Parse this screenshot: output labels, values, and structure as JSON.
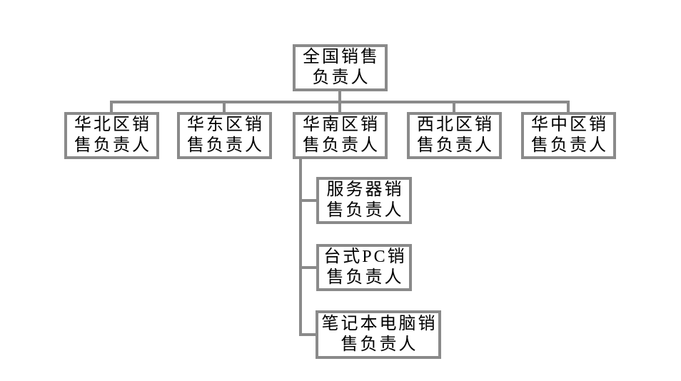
{
  "org_chart": {
    "type": "org-chart",
    "colors": {
      "background": "#ffffff",
      "box_border": "#8a8a8a",
      "box_fill": "#ffffff",
      "connector": "#8a8a8a",
      "text": "#000000"
    },
    "root": {
      "label": "全国销售负责人",
      "lines": [
        "全国销售",
        "负责人"
      ],
      "children": [
        {
          "label": "华北区销售负责人",
          "lines": [
            "华北区销",
            "售负责人"
          ],
          "children": []
        },
        {
          "label": "华东区销售负责人",
          "lines": [
            "华东区销",
            "售负责人"
          ],
          "children": []
        },
        {
          "label": "华南区销售负责人",
          "lines": [
            "华南区销",
            "售负责人"
          ],
          "children": [
            {
              "label": "服务器销售负责人",
              "lines": [
                "服务器销",
                "售负责人"
              ]
            },
            {
              "label": "台式PC销售负责人",
              "lines": [
                "台式PC销",
                "售负责人"
              ]
            },
            {
              "label": "笔记本电脑销售负责人",
              "lines": [
                "笔记本电脑销",
                "售负责人"
              ]
            }
          ]
        },
        {
          "label": "西北区销售负责人",
          "lines": [
            "西北区销",
            "售负责人"
          ],
          "children": []
        },
        {
          "label": "华中区销售负责人",
          "lines": [
            "华中区销",
            "售负责人"
          ],
          "children": []
        }
      ]
    }
  }
}
